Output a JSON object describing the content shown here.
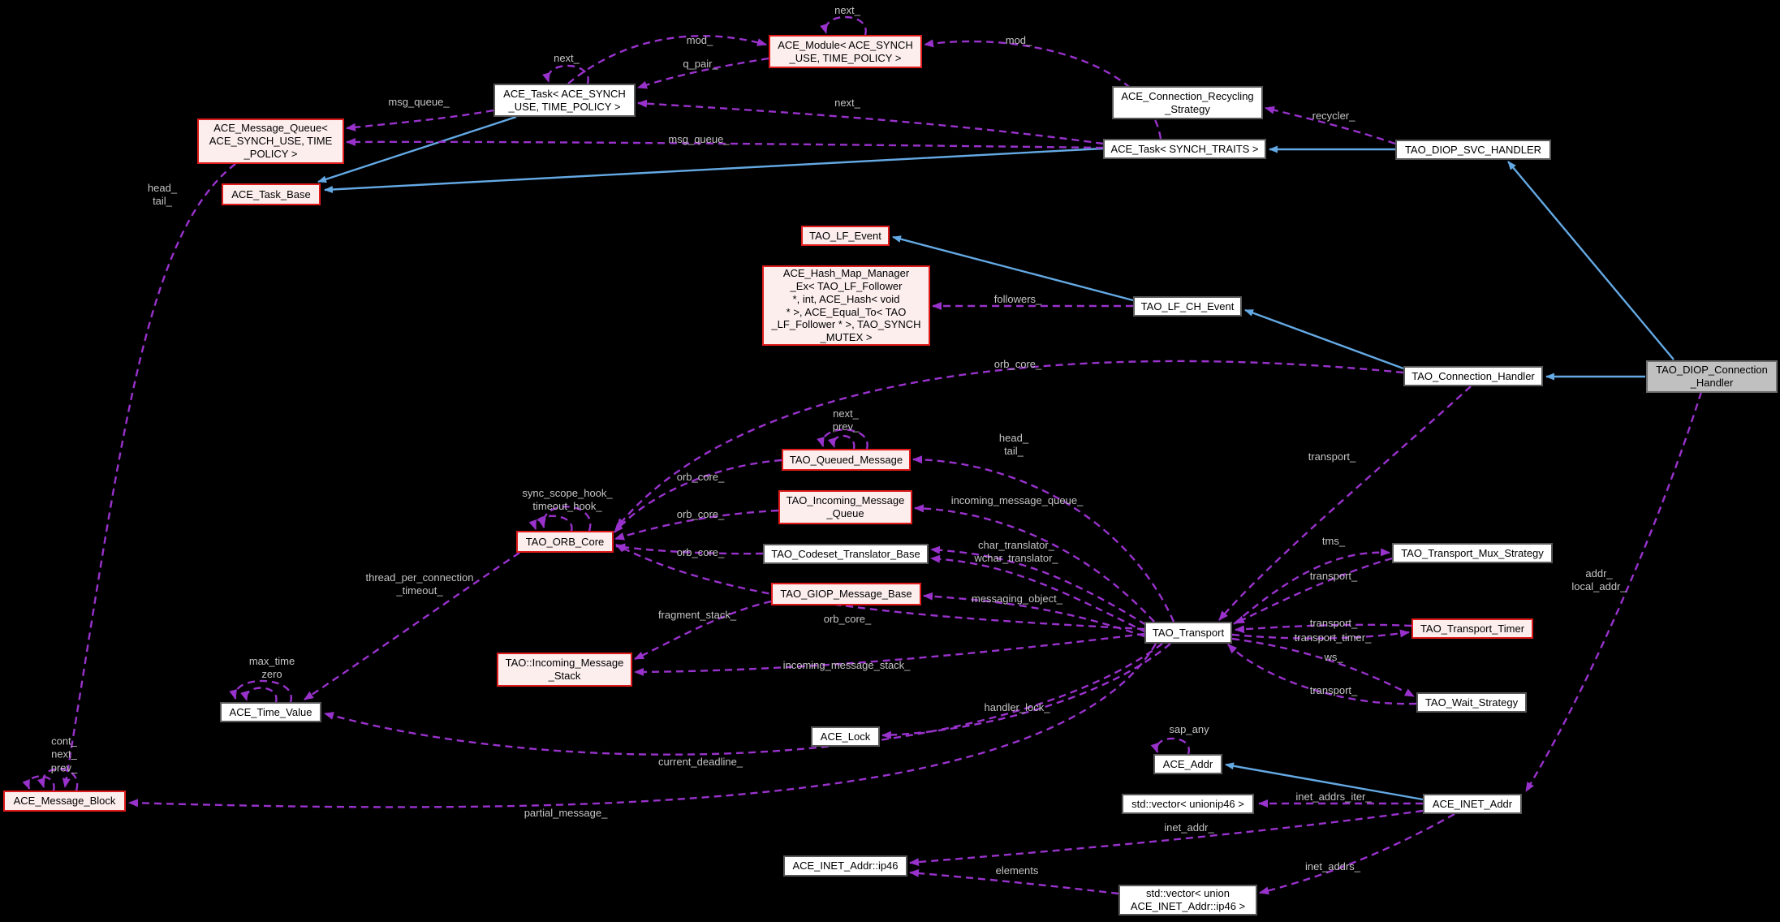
{
  "diagram": {
    "kind": "doxygen-collaboration-graph",
    "background_color": "#000000",
    "focus_node": "TAO_DIOP_Connection_Handler",
    "colors": {
      "inheritance_edge": "#64a9e4",
      "usage_edge": "#9932cc",
      "node_plain_fill": "#ffffff",
      "node_plain_border": "#585858",
      "node_truncated_fill": "#fdeeee",
      "node_truncated_border": "#e01b1b",
      "node_focus_fill": "#c0c0c0",
      "edge_label_text": "#c4c4c4"
    }
  },
  "nodes": [
    {
      "id": "msgqueue",
      "kind": "red",
      "label": "ACE_Message_Queue<\nACE_SYNCH_USE, TIME\n_POLICY >"
    },
    {
      "id": "taskbase",
      "kind": "red",
      "label": "ACE_Task_Base"
    },
    {
      "id": "acetask1",
      "kind": "plain",
      "label": "ACE_Task< ACE_SYNCH\n_USE, TIME_POLICY >"
    },
    {
      "id": "acemodule",
      "kind": "red",
      "label": "ACE_Module< ACE_SYNCH\n_USE, TIME_POLICY >"
    },
    {
      "id": "recycling",
      "kind": "plain",
      "label": "ACE_Connection_Recycling\n_Strategy"
    },
    {
      "id": "acetask2",
      "kind": "plain",
      "label": "ACE_Task< SYNCH_TRAITS >"
    },
    {
      "id": "diopsvc",
      "kind": "plain",
      "label": "TAO_DIOP_SVC_HANDLER"
    },
    {
      "id": "lfevent",
      "kind": "red",
      "label": "TAO_LF_Event"
    },
    {
      "id": "hashmap",
      "kind": "red",
      "label": "ACE_Hash_Map_Manager\n_Ex< TAO_LF_Follower\n*, int, ACE_Hash< void\n* >, ACE_Equal_To< TAO\n_LF_Follower * >, TAO_SYNCH\n_MUTEX >"
    },
    {
      "id": "lfchevent",
      "kind": "plain",
      "label": "TAO_LF_CH_Event"
    },
    {
      "id": "connhandler",
      "kind": "plain",
      "label": "TAO_Connection_Handler"
    },
    {
      "id": "diopconn",
      "kind": "focus",
      "label": "TAO_DIOP_Connection\n_Handler"
    },
    {
      "id": "queuedmsg",
      "kind": "red",
      "label": "TAO_Queued_Message"
    },
    {
      "id": "incmsgqueue",
      "kind": "red",
      "label": "TAO_Incoming_Message\n_Queue"
    },
    {
      "id": "codeset",
      "kind": "plain",
      "label": "TAO_Codeset_Translator_Base"
    },
    {
      "id": "giopmsg",
      "kind": "red",
      "label": "TAO_GIOP_Message_Base"
    },
    {
      "id": "orbcore",
      "kind": "red",
      "label": "TAO_ORB_Core"
    },
    {
      "id": "incstack",
      "kind": "red",
      "label": "TAO::Incoming_Message\n_Stack"
    },
    {
      "id": "transport",
      "kind": "plain",
      "label": "TAO_Transport"
    },
    {
      "id": "muxstrategy",
      "kind": "plain",
      "label": "TAO_Transport_Mux_Strategy"
    },
    {
      "id": "ttimer",
      "kind": "red",
      "label": "TAO_Transport_Timer"
    },
    {
      "id": "waitstrategy",
      "kind": "plain",
      "label": "TAO_Wait_Strategy"
    },
    {
      "id": "timevalue",
      "kind": "plain",
      "label": "ACE_Time_Value"
    },
    {
      "id": "acelock",
      "kind": "plain",
      "label": "ACE_Lock"
    },
    {
      "id": "aceaddr",
      "kind": "plain",
      "label": "ACE_Addr"
    },
    {
      "id": "vecip46small",
      "kind": "plain",
      "label": "std::vector< unionip46 >"
    },
    {
      "id": "inetaddr",
      "kind": "plain",
      "label": "ACE_INET_Addr"
    },
    {
      "id": "msgblock",
      "kind": "red",
      "label": "ACE_Message_Block"
    },
    {
      "id": "ip46",
      "kind": "plain",
      "label": "ACE_INET_Addr::ip46"
    },
    {
      "id": "vecunion",
      "kind": "plain",
      "label": "std::vector< union\nACE_INET_Addr::ip46 >"
    }
  ],
  "edges": [
    {
      "id": "b1",
      "rel": "inheritance",
      "from": "acetask1",
      "to": "taskbase",
      "label": ""
    },
    {
      "id": "b2",
      "rel": "inheritance",
      "from": "acetask2",
      "to": "taskbase",
      "label": ""
    },
    {
      "id": "b3",
      "rel": "inheritance",
      "from": "diopsvc",
      "to": "acetask2",
      "label": ""
    },
    {
      "id": "b4",
      "rel": "inheritance",
      "from": "diopconn",
      "to": "diopsvc",
      "label": ""
    },
    {
      "id": "b5",
      "rel": "inheritance",
      "from": "diopconn",
      "to": "connhandler",
      "label": ""
    },
    {
      "id": "b6",
      "rel": "inheritance",
      "from": "connhandler",
      "to": "lfchevent",
      "label": ""
    },
    {
      "id": "b7",
      "rel": "inheritance",
      "from": "lfchevent",
      "to": "lfevent",
      "label": ""
    },
    {
      "id": "b8",
      "rel": "inheritance",
      "from": "inetaddr",
      "to": "aceaddr",
      "label": ""
    },
    {
      "id": "loop_next_module",
      "rel": "usage",
      "from": "acemodule",
      "to": "acemodule",
      "label": "next_"
    },
    {
      "id": "loop_next_task1",
      "rel": "usage",
      "from": "acetask1",
      "to": "acetask1",
      "label": "next_"
    },
    {
      "id": "mod_left",
      "rel": "usage",
      "from": "acetask1",
      "to": "acemodule",
      "label": "mod_"
    },
    {
      "id": "qpair",
      "rel": "usage",
      "from": "acemodule",
      "to": "acetask1",
      "label": "q_pair_"
    },
    {
      "id": "next_long",
      "rel": "usage",
      "from": "acetask2",
      "to": "acetask1",
      "label": "next_"
    },
    {
      "id": "mod_right",
      "rel": "usage",
      "from": "acetask2",
      "to": "acemodule",
      "label": "mod_"
    },
    {
      "id": "msgq_left",
      "rel": "usage",
      "from": "acetask1",
      "to": "msgqueue",
      "label": "msg_queue_"
    },
    {
      "id": "msgq_mid",
      "rel": "usage",
      "from": "acetask2",
      "to": "msgqueue",
      "label": "msg_queue_"
    },
    {
      "id": "recycler",
      "rel": "usage",
      "from": "diopsvc",
      "to": "recycling",
      "label": "recycler_"
    },
    {
      "id": "headtail_left",
      "rel": "usage",
      "from": "msgqueue",
      "to": "msgblock",
      "label": "head_\ntail_"
    },
    {
      "id": "followers",
      "rel": "usage",
      "from": "lfchevent",
      "to": "hashmap",
      "label": "followers_"
    },
    {
      "id": "orbcore_tch",
      "rel": "usage",
      "from": "connhandler",
      "to": "orbcore",
      "label": "orb_core_"
    },
    {
      "id": "transport_tch",
      "rel": "usage",
      "from": "connhandler",
      "to": "transport",
      "label": "transport_"
    },
    {
      "id": "addr_local",
      "rel": "usage",
      "from": "diopconn",
      "to": "inetaddr",
      "label": "addr_\nlocal_addr_"
    },
    {
      "id": "loop_next_prev_qm",
      "rel": "usage",
      "from": "queuedmsg",
      "to": "queuedmsg",
      "label": "next_\nprev_"
    },
    {
      "id": "loop_next_prev_qm2",
      "rel": "usage",
      "from": "queuedmsg",
      "to": "queuedmsg",
      "label": ""
    },
    {
      "id": "headtail_tr",
      "rel": "usage",
      "from": "transport",
      "to": "queuedmsg",
      "label": "head_\ntail_"
    },
    {
      "id": "incmsgq",
      "rel": "usage",
      "from": "transport",
      "to": "incmsgqueue",
      "label": "incoming_message_queue_"
    },
    {
      "id": "chartrans",
      "rel": "usage",
      "from": "transport",
      "to": "codeset",
      "label": "char_translator_\nwchar_translator_"
    },
    {
      "id": "wchartrans",
      "rel": "usage",
      "from": "transport",
      "to": "codeset",
      "label": ""
    },
    {
      "id": "msgobj",
      "rel": "usage",
      "from": "transport",
      "to": "giopmsg",
      "label": "messaging_object_"
    },
    {
      "id": "orbcore_tr",
      "rel": "usage",
      "from": "transport",
      "to": "orbcore",
      "label": "orb_core_"
    },
    {
      "id": "orbcore_qm",
      "rel": "usage",
      "from": "queuedmsg",
      "to": "orbcore",
      "label": "orb_core_"
    },
    {
      "id": "orbcore_imq",
      "rel": "usage",
      "from": "incmsgqueue",
      "to": "orbcore",
      "label": "orb_core_"
    },
    {
      "id": "orbcore_cs",
      "rel": "usage",
      "from": "codeset",
      "to": "orbcore",
      "label": "orb_core_"
    },
    {
      "id": "loop_hooks",
      "rel": "usage",
      "from": "orbcore",
      "to": "orbcore",
      "label": "sync_scope_hook_\ntimeout_hook_"
    },
    {
      "id": "loop_hooks2",
      "rel": "usage",
      "from": "orbcore",
      "to": "orbcore",
      "label": ""
    },
    {
      "id": "fragstack",
      "rel": "usage",
      "from": "giopmsg",
      "to": "incstack",
      "label": "fragment_stack_"
    },
    {
      "id": "incstack_e",
      "rel": "usage",
      "from": "transport",
      "to": "incstack",
      "label": "incoming_message_stack_"
    },
    {
      "id": "tpc",
      "rel": "usage",
      "from": "orbcore",
      "to": "timevalue",
      "label": "thread_per_connection\n_timeout_"
    },
    {
      "id": "loop_maxtime",
      "rel": "usage",
      "from": "timevalue",
      "to": "timevalue",
      "label": "max_time\nzero"
    },
    {
      "id": "loop_maxtime2",
      "rel": "usage",
      "from": "timevalue",
      "to": "timevalue",
      "label": ""
    },
    {
      "id": "handlerlock",
      "rel": "usage",
      "from": "transport",
      "to": "acelock",
      "label": "handler_lock_"
    },
    {
      "id": "curdeadline",
      "rel": "usage",
      "from": "transport",
      "to": "timevalue",
      "label": "current_deadline_"
    },
    {
      "id": "partialmsg",
      "rel": "usage",
      "from": "transport",
      "to": "msgblock",
      "label": "partial_message_"
    },
    {
      "id": "loop_cont",
      "rel": "usage",
      "from": "msgblock",
      "to": "msgblock",
      "label": "cont_\nnext_\nprev_"
    },
    {
      "id": "loop_cont2",
      "rel": "usage",
      "from": "msgblock",
      "to": "msgblock",
      "label": ""
    },
    {
      "id": "tms",
      "rel": "usage",
      "from": "transport",
      "to": "muxstrategy",
      "label": "tms_"
    },
    {
      "id": "transport_mux",
      "rel": "usage",
      "from": "muxstrategy",
      "to": "transport",
      "label": "transport_"
    },
    {
      "id": "transport_timer_in",
      "rel": "usage",
      "from": "ttimer",
      "to": "transport",
      "label": "transport_"
    },
    {
      "id": "transport_timer_out",
      "rel": "usage",
      "from": "transport",
      "to": "ttimer",
      "label": "transport_timer_"
    },
    {
      "id": "ws",
      "rel": "usage",
      "from": "transport",
      "to": "waitstrategy",
      "label": "ws_"
    },
    {
      "id": "transport_wait",
      "rel": "usage",
      "from": "waitstrategy",
      "to": "transport",
      "label": "transport_"
    },
    {
      "id": "loop_sapany",
      "rel": "usage",
      "from": "aceaddr",
      "to": "aceaddr",
      "label": "sap_any"
    },
    {
      "id": "inetiter",
      "rel": "usage",
      "from": "inetaddr",
      "to": "vecip46small",
      "label": "inet_addrs_iter_"
    },
    {
      "id": "inetaddr_e",
      "rel": "usage",
      "from": "inetaddr",
      "to": "ip46",
      "label": "inet_addr_"
    },
    {
      "id": "inetaddrs",
      "rel": "usage",
      "from": "inetaddr",
      "to": "vecunion",
      "label": "inet_addrs_"
    },
    {
      "id": "elements",
      "rel": "usage",
      "from": "vecunion",
      "to": "ip46",
      "label": "elements"
    }
  ]
}
